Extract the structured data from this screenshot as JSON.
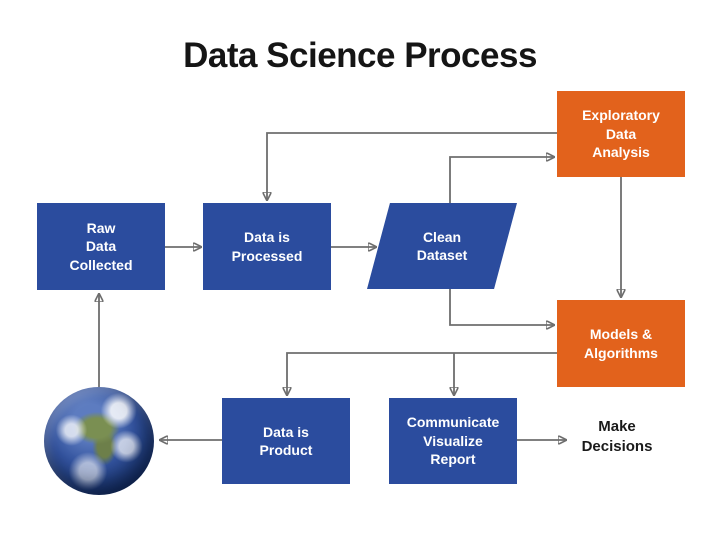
{
  "title": "Data Science Process",
  "colors": {
    "node_blue": "#2B4C9E",
    "node_orange": "#E2621C",
    "node_text": "#ffffff",
    "title_text": "#151515",
    "connector_line": "#6e6e6e",
    "arrowhead": "#151515",
    "background": "#ffffff"
  },
  "nodes": {
    "raw": {
      "label": "Raw\nData\nCollected",
      "shape": "rectangle",
      "color": "blue"
    },
    "processed": {
      "label": "Data is\nProcessed",
      "shape": "rectangle",
      "color": "blue"
    },
    "clean": {
      "label": "Clean\nDataset",
      "shape": "parallelogram",
      "color": "blue"
    },
    "eda": {
      "label": "Exploratory\nData\nAnalysis",
      "shape": "rectangle",
      "color": "orange"
    },
    "models": {
      "label": "Models &\nAlgorithms",
      "shape": "rectangle",
      "color": "orange"
    },
    "product": {
      "label": "Data is\nProduct",
      "shape": "rectangle",
      "color": "blue"
    },
    "communicate": {
      "label": "Communicate\nVisualize\nReport",
      "shape": "rectangle",
      "color": "blue"
    },
    "decisions": {
      "label": "Make\nDecisions",
      "shape": "plain-text",
      "color": "black"
    },
    "world": {
      "label": "",
      "shape": "earth-globe-image",
      "color": "photo"
    }
  },
  "edges": [
    {
      "from": "world",
      "to": "raw"
    },
    {
      "from": "raw",
      "to": "processed"
    },
    {
      "from": "processed",
      "to": "clean"
    },
    {
      "from": "clean",
      "to": "eda"
    },
    {
      "from": "eda",
      "to": "processed"
    },
    {
      "from": "eda",
      "to": "models"
    },
    {
      "from": "clean",
      "to": "models"
    },
    {
      "from": "models",
      "to": "product"
    },
    {
      "from": "models",
      "to": "communicate"
    },
    {
      "from": "communicate",
      "to": "decisions"
    },
    {
      "from": "product",
      "to": "world"
    }
  ]
}
